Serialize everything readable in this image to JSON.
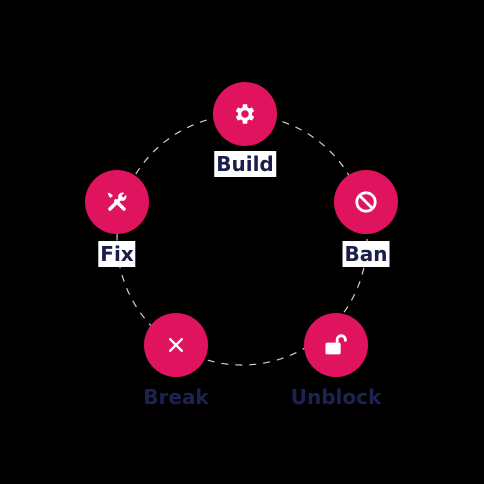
{
  "diagram": {
    "accent_color": "#e0135f",
    "ring_color": "#cfcfcf",
    "nodes": [
      {
        "label": "Build",
        "icon": "gear-icon",
        "label_style": "boxed"
      },
      {
        "label": "Ban",
        "icon": "prohibited-icon",
        "label_style": "boxed"
      },
      {
        "label": "Unblock",
        "icon": "unlock-icon",
        "label_style": "plain"
      },
      {
        "label": "Break",
        "icon": "close-icon",
        "label_style": "plain"
      },
      {
        "label": "Fix",
        "icon": "tools-icon",
        "label_style": "boxed"
      }
    ]
  }
}
